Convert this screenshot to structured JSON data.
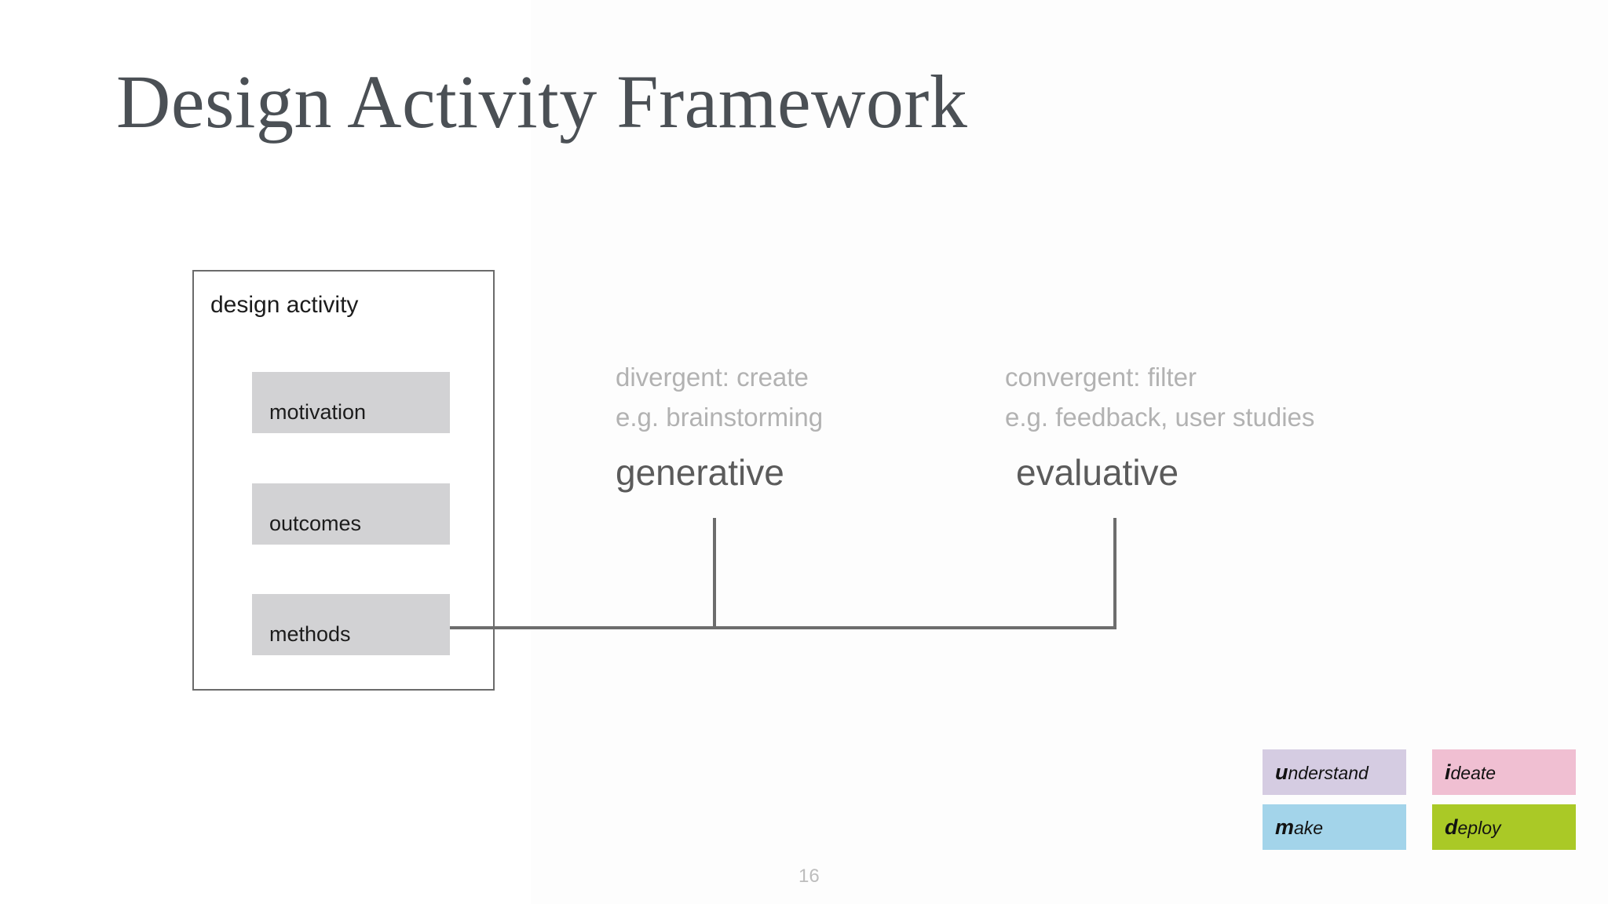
{
  "slide": {
    "title": "Design Activity Framework",
    "page_number": "16",
    "title_color": "#4b5055"
  },
  "diagram": {
    "container_label": "design activity",
    "chips": [
      {
        "label": "motivation",
        "color": "#d2d2d4"
      },
      {
        "label": "outcomes",
        "color": "#d2d2d4"
      },
      {
        "label": "methods",
        "color": "#d2d2d4"
      }
    ],
    "connector_color": "#6d6d6d",
    "modes": [
      {
        "name": "generative",
        "desc_line1": "divergent: create",
        "desc_line2": "e.g. brainstorming"
      },
      {
        "name": "evaluative",
        "desc_line1": "convergent: filter",
        "desc_line2": "e.g. feedback, user studies"
      }
    ],
    "desc_color": "#b2b2b2",
    "name_color": "#5b5b5b"
  },
  "legend": {
    "rows": [
      [
        {
          "initial": "u",
          "rest": "nderstand",
          "color": "#d5cce2"
        },
        {
          "initial": "i",
          "rest": "deate",
          "color": "#f0bfd2"
        }
      ],
      [
        {
          "initial": "m",
          "rest": "ake",
          "color": "#a3d4ea"
        },
        {
          "initial": "d",
          "rest": "eploy",
          "color": "#aac926"
        }
      ]
    ]
  }
}
